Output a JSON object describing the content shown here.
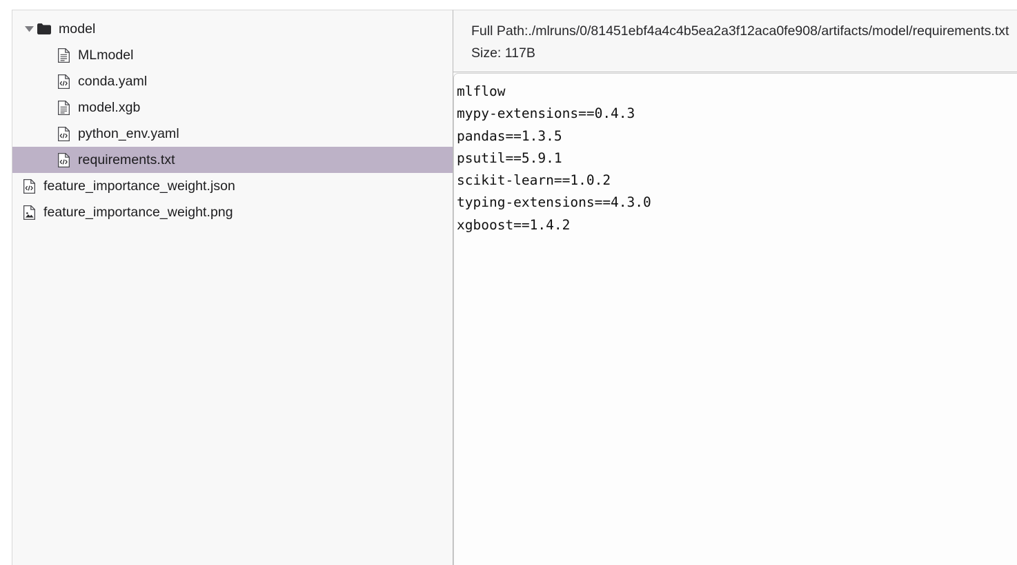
{
  "tree": {
    "items": [
      {
        "label": "model",
        "icon": "folder-icon",
        "depth": 0,
        "twisty": "chevron-down-icon",
        "selected": false
      },
      {
        "label": "MLmodel",
        "icon": "document-icon",
        "depth": 1,
        "twisty": "",
        "selected": false
      },
      {
        "label": "conda.yaml",
        "icon": "code-file-icon",
        "depth": 1,
        "twisty": "",
        "selected": false
      },
      {
        "label": "model.xgb",
        "icon": "document-icon",
        "depth": 1,
        "twisty": "",
        "selected": false
      },
      {
        "label": "python_env.yaml",
        "icon": "code-file-icon",
        "depth": 1,
        "twisty": "",
        "selected": false
      },
      {
        "label": "requirements.txt",
        "icon": "code-file-icon",
        "depth": 1,
        "twisty": "",
        "selected": true
      },
      {
        "label": "feature_importance_weight.json",
        "icon": "code-file-icon",
        "depth": 0,
        "twisty": "",
        "selected": false
      },
      {
        "label": "feature_importance_weight.png",
        "icon": "image-file-icon",
        "depth": 0,
        "twisty": "",
        "selected": false
      }
    ],
    "selection_color": "#bdb2c7"
  },
  "detail": {
    "path_label": "Full Path:",
    "path_value": "./mlruns/0/81451ebf4a4c4b5ea2a3f12aca0fe908/artifacts/model/requirements.txt",
    "size_label": "Size:",
    "size_value": "117B",
    "file_content": "mlflow\nmypy-extensions==0.4.3\npandas==1.3.5\npsutil==5.9.1\nscikit-learn==1.0.2\ntyping-extensions==4.3.0\nxgboost==1.4.2"
  }
}
